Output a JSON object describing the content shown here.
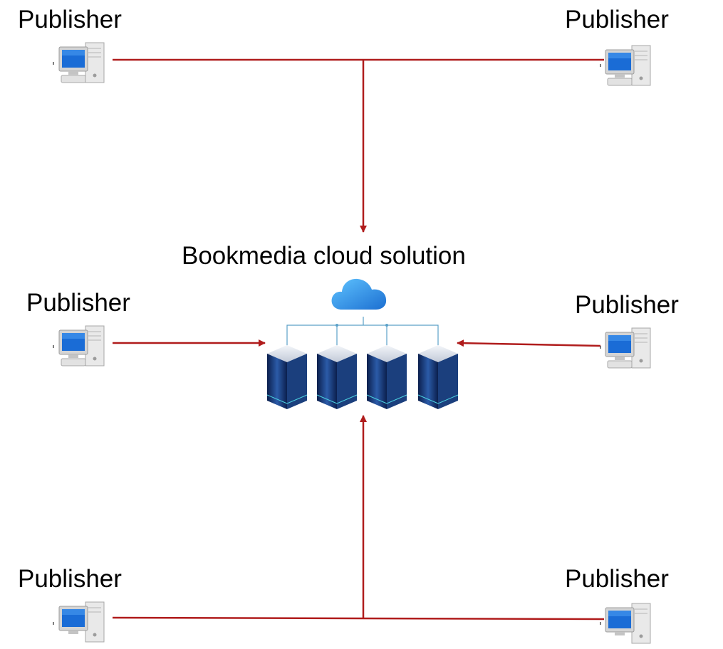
{
  "title": "Bookmedia cloud solution",
  "publishers": [
    {
      "id": "top-left",
      "label": "Publisher"
    },
    {
      "id": "top-right",
      "label": "Publisher"
    },
    {
      "id": "mid-left",
      "label": "Publisher"
    },
    {
      "id": "mid-right",
      "label": "Publisher"
    },
    {
      "id": "bottom-left",
      "label": "Publisher"
    },
    {
      "id": "bottom-right",
      "label": "Publisher"
    }
  ],
  "colors": {
    "connector": "#b01c1c",
    "cloud": "#2d8fe0",
    "server": "#1f3d7a",
    "text": "#000000"
  },
  "icons": {
    "publisher": "desktop-computer-icon",
    "cloud": "cloud-icon",
    "servers": "server-rack-icon"
  }
}
